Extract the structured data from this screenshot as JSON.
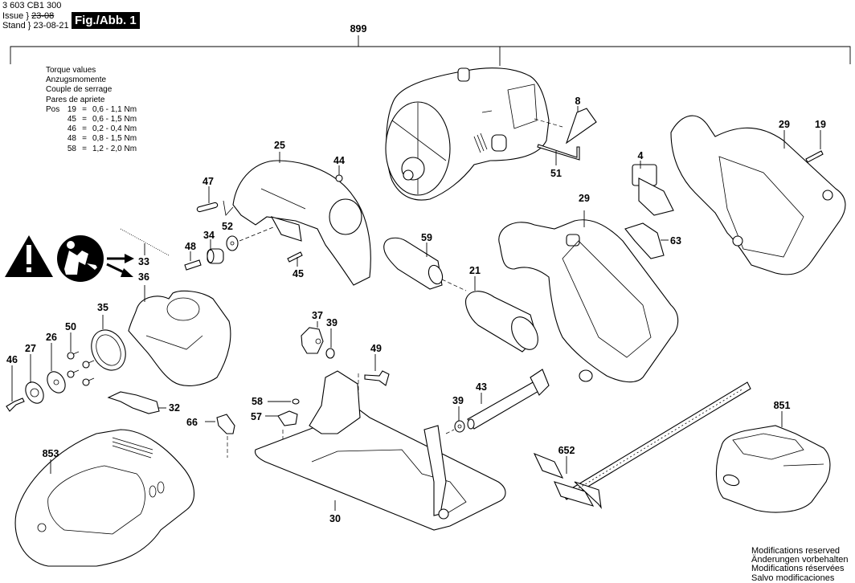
{
  "header": {
    "document_number": "3 603 CB1 300",
    "issue_label": "Issue",
    "issue_value": "23-08",
    "stand_label": "Stand",
    "stand_value": "23-08-21",
    "figure_label": "Fig./Abb. 1"
  },
  "torque_table": {
    "titles": [
      "Torque values",
      "Anzugsmomente",
      "Couple de serrage",
      "Pares de apriete"
    ],
    "pos_label": "Pos",
    "rows": [
      {
        "pos": "19",
        "eq": "=",
        "value": "0,6 - 1,1 Nm"
      },
      {
        "pos": "45",
        "eq": "=",
        "value": "0,6 - 1,5 Nm"
      },
      {
        "pos": "46",
        "eq": "=",
        "value": "0,2 - 0,4 Nm"
      },
      {
        "pos": "48",
        "eq": "=",
        "value": "0,8 - 1,5 Nm"
      },
      {
        "pos": "58",
        "eq": "=",
        "value": "1,2 - 2,0 Nm"
      }
    ]
  },
  "modifications_note": [
    "Modifications reserved",
    "Änderungen vorbehalten",
    "Modifications réservées",
    "Salvo modificaciones"
  ],
  "warning_icons": [
    "warning-triangle",
    "read-manual"
  ],
  "part_labels": {
    "p899": "899",
    "p8": "8",
    "p51": "51",
    "p4": "4",
    "p29a": "29",
    "p29b": "29",
    "p19": "19",
    "p63": "63",
    "p25": "25",
    "p44": "44",
    "p47": "47",
    "p52": "52",
    "p48": "48",
    "p34": "34",
    "p45": "45",
    "p33": "33",
    "p36": "36",
    "p59": "59",
    "p21": "21",
    "p35": "35",
    "p50": "50",
    "p26": "26",
    "p27": "27",
    "p46": "46",
    "p32": "32",
    "p37": "37",
    "p39a": "39",
    "p39b": "39",
    "p49": "49",
    "p43": "43",
    "p58": "58",
    "p57": "57",
    "p66": "66",
    "p30": "30",
    "p652": "652",
    "p851": "851",
    "p853": "853"
  }
}
